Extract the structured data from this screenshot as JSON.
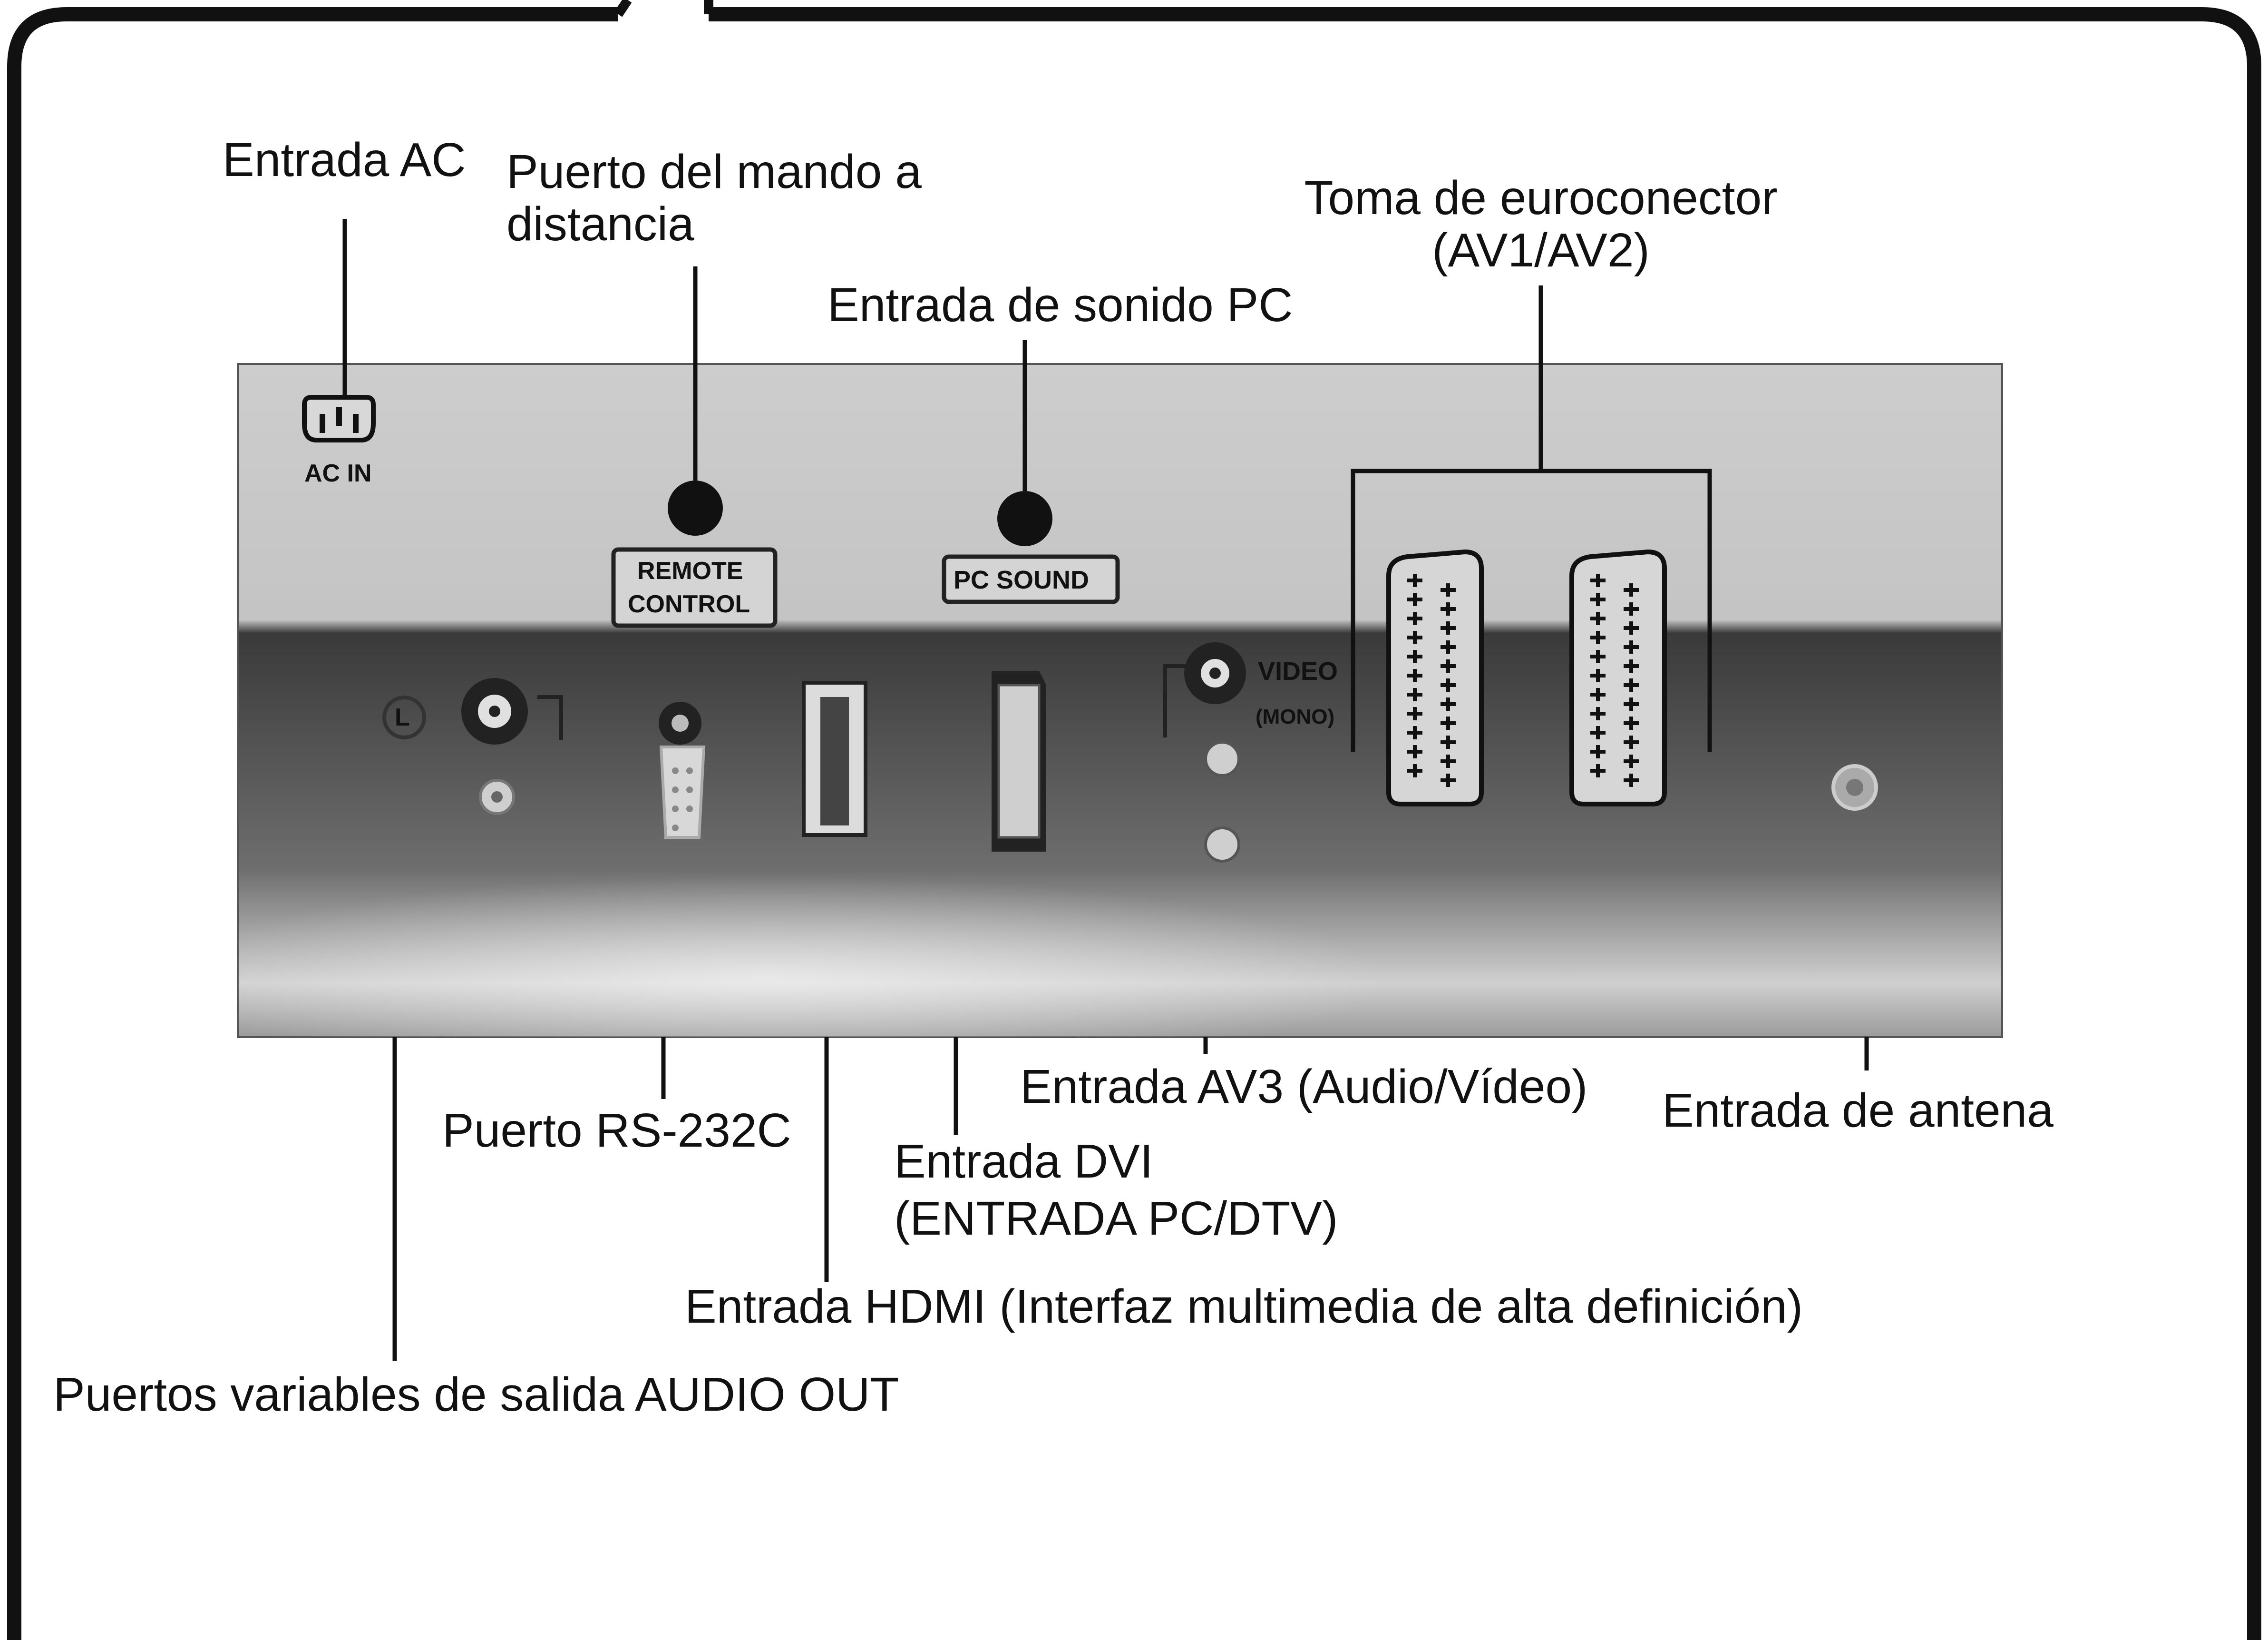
{
  "labels": {
    "ac_input": "Entrada AC",
    "remote_port_line1": "Puerto del mando a",
    "remote_port_line2": "distancia",
    "pc_sound_input": "Entrada de sonido PC",
    "scart_line1": "Toma de euroconector",
    "scart_line2": "(AV1/AV2)",
    "av3_input": "Entrada AV3 (Audio/Vídeo)",
    "antenna_input": "Entrada de antena",
    "rs232c_port": "Puerto RS-232C",
    "dvi_line1": "Entrada DVI",
    "dvi_line2": "(ENTRADA PC/DTV)",
    "hdmi_input": "Entrada HDMI (Interfaz multimedia de alta definición)",
    "audio_out": "Puertos variables de salida AUDIO OUT"
  },
  "panel_text": {
    "ac_in": "AC IN",
    "remote_line1": "REMOTE",
    "remote_line2": "CONTROL",
    "pc_sound": "PC SOUND",
    "video": "VIDEO",
    "mono": "(MONO)",
    "left": "L"
  },
  "colors": {
    "panel_top": "#c9c9c9",
    "panel_dark": "#2a2a2a",
    "frame": "#111111"
  }
}
